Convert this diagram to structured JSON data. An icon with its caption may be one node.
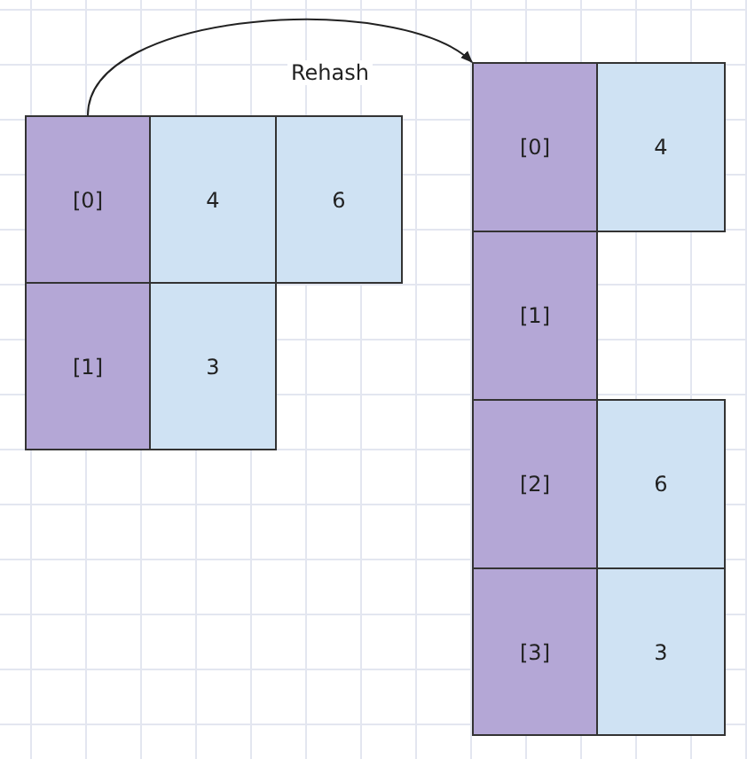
{
  "diagram": {
    "nodes": [
      {
        "text": [
          "[0]"
        ]
      },
      {
        "text": [
          "4"
        ]
      },
      {
        "text": [
          "6"
        ]
      },
      {
        "text": [
          "[1]"
        ]
      },
      {
        "text": [
          "3"
        ]
      },
      {
        "text": [
          "[0]"
        ]
      },
      {
        "text": [
          "4"
        ]
      },
      {
        "text": [
          "[1]"
        ]
      },
      {
        "text": [
          "[2]"
        ]
      },
      {
        "text": [
          "6"
        ]
      },
      {
        "text": [
          "[3]"
        ]
      },
      {
        "text": [
          "3"
        ]
      }
    ],
    "edges": [
      {
        "from": 0,
        "to": 5,
        "arrow": "to",
        "label": "Rehash"
      }
    ]
  }
}
